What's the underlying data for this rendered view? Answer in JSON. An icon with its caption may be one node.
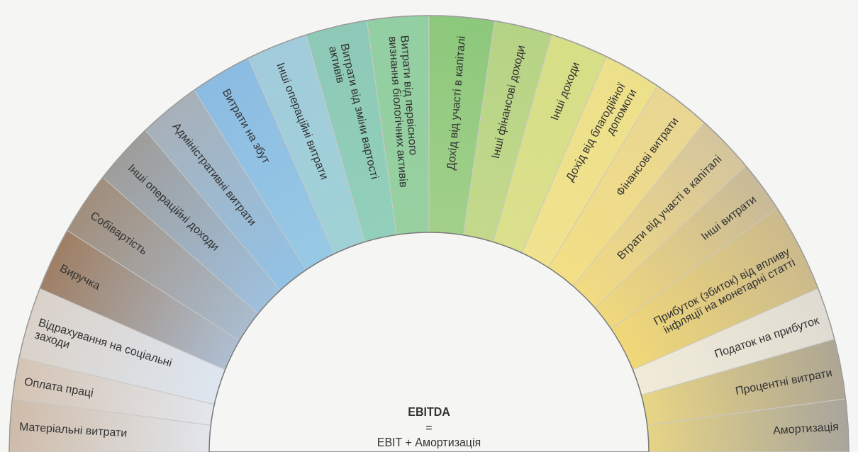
{
  "diagram": {
    "nodes": [
      {
        "text": [
          "Матеріальні витрати"
        ]
      },
      {
        "text": [
          "Оплата праці"
        ]
      },
      {
        "text": [
          "Відрахування на соціальні заходи"
        ]
      },
      {
        "text": [
          "Виручка"
        ]
      },
      {
        "text": [
          "Собівартість"
        ]
      },
      {
        "text": [
          "Інші операційні доходи"
        ]
      },
      {
        "text": [
          "Адміністративні витрати"
        ]
      },
      {
        "text": [
          "Витрати на збут"
        ]
      },
      {
        "text": [
          "Інші операційні витрати"
        ]
      },
      {
        "text": [
          "Витрати від зміни вартості активів"
        ]
      },
      {
        "text": [
          "Витрати від первісного визнання біологічних активів"
        ]
      },
      {
        "text": [
          "Дохід від участі в капіталі"
        ]
      },
      {
        "text": [
          "Інші фінансові доходи"
        ]
      },
      {
        "text": [
          "Інші доходи"
        ]
      },
      {
        "text": [
          "Дохід від благодійної допомоги"
        ]
      },
      {
        "text": [
          "Фінансові витрати"
        ]
      },
      {
        "text": [
          "Втрати від участі в капіталі"
        ]
      },
      {
        "text": [
          "Інші витрати"
        ]
      },
      {
        "text": [
          "Прибуток (збиток) від впливу інфляції на монетарні статті"
        ]
      },
      {
        "text": [
          "Податок на прибуток"
        ]
      },
      {
        "text": [
          "Процентні витрати"
        ]
      },
      {
        "text": [
          "Амортизація"
        ]
      },
      {
        "text": [
          "EBITDA",
          "=",
          "EBIT + Амортизація"
        ]
      }
    ]
  }
}
